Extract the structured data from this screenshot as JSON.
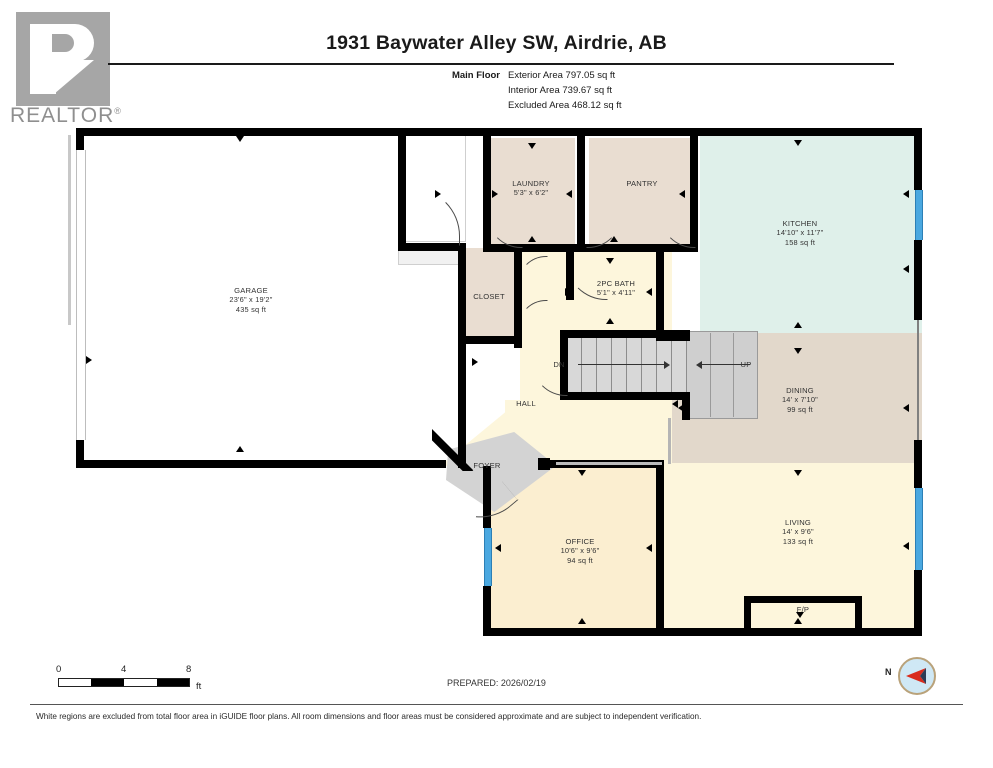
{
  "header": {
    "title": "1931 Baywater Alley SW, Airdrie, AB",
    "floor_label": "Main Floor",
    "exterior_area": "Exterior Area 797.05 sq ft",
    "interior_area": "Interior Area 739.67 sq ft",
    "excluded_area": "Excluded Area 468.12 sq ft"
  },
  "logo": {
    "word": "REALTOR",
    "reg": "®"
  },
  "rooms": [
    {
      "name": "GARAGE",
      "dims": "23'6\" x 19'2\"",
      "area": "435 sq ft"
    },
    {
      "name": "LAUNDRY",
      "dims": "5'3\" x 6'2\"",
      "area": ""
    },
    {
      "name": "PANTRY",
      "dims": "",
      "area": ""
    },
    {
      "name": "KITCHEN",
      "dims": "14'10\" x 11'7\"",
      "area": "158 sq ft"
    },
    {
      "name": "CLOSET",
      "dims": "",
      "area": ""
    },
    {
      "name": "2PC BATH",
      "dims": "5'1\" x 4'11\"",
      "area": ""
    },
    {
      "name": "DINING",
      "dims": "14' x 7'10\"",
      "area": "99 sq ft"
    },
    {
      "name": "HALL",
      "dims": "",
      "area": ""
    },
    {
      "name": "FOYER",
      "dims": "",
      "area": ""
    },
    {
      "name": "OFFICE",
      "dims": "10'6\" x 9'6\"",
      "area": "94 sq ft"
    },
    {
      "name": "LIVING",
      "dims": "14' x 9'6\"",
      "area": "133 sq ft"
    },
    {
      "name": "F/P",
      "dims": "",
      "area": ""
    }
  ],
  "stairs": {
    "down_label": "DN",
    "up_label": "UP"
  },
  "scale": {
    "ticks": [
      "0",
      "4",
      "8"
    ],
    "unit": "ft"
  },
  "compass": {
    "north_label": "N"
  },
  "footer": {
    "prepared": "PREPARED: 2026/02/19",
    "disclaimer": "White regions are excluded from total floor area in iGUIDE floor plans. All room dimensions and floor areas must be considered approximate and are subject to independent verification."
  },
  "colors": {
    "wall": "#000000",
    "kitchen_fill": "#dff0ea",
    "dining_fill": "#e2d8cb",
    "living_fill": "#fdf6dc",
    "office_fill": "#fbeed0",
    "bath_fill": "#8fd0f4",
    "laundry_fill": "#e9ddd1",
    "hall_fill": "#fdf6dc",
    "foyer_fill": "#d3d3d3",
    "window": "#4aa8e0",
    "excluded": "#ffffff"
  }
}
